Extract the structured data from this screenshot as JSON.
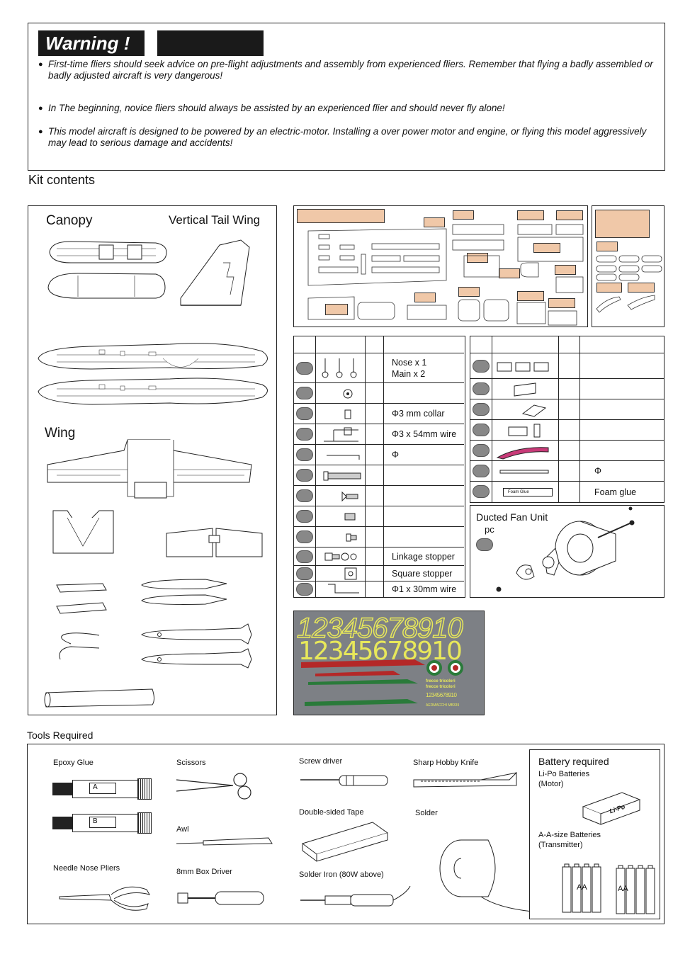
{
  "warning": {
    "title": "Warning !",
    "items": [
      "First-time fliers should seek advice on pre-flight adjustments and assembly from experienced fliers. Remember that  flying a badly assembled or badly adjusted aircraft is very dangerous!",
      "In The beginning, novice fliers should always be assisted by an experienced flier and should never fly alone!",
      "This model aircraft is designed to be powered by an electric-motor. Installing a over power motor and engine, or flying this model aggressively may lead to serious damage and accidents!"
    ]
  },
  "kit_contents": {
    "title": "Kit contents",
    "labels": {
      "canopy": "Canopy",
      "vertical_tail": "Vertical Tail Wing",
      "wing": "Wing"
    }
  },
  "parts_left": [
    {
      "desc": "Nose x 1"
    },
    {
      "desc": "Main x 2"
    },
    {
      "desc": ""
    },
    {
      "desc": "Φ3 mm collar"
    },
    {
      "desc": "Φ3 x 54mm wire"
    },
    {
      "desc": "Φ"
    },
    {
      "desc": ""
    },
    {
      "desc": ""
    },
    {
      "desc": ""
    },
    {
      "desc": ""
    },
    {
      "desc": "Linkage stopper"
    },
    {
      "desc": "Square stopper"
    },
    {
      "desc": "Φ1 x 30mm  wire"
    }
  ],
  "parts_right": [
    {
      "desc": ""
    },
    {
      "desc": ""
    },
    {
      "desc": ""
    },
    {
      "desc": ""
    },
    {
      "desc": ""
    },
    {
      "desc": "Φ"
    },
    {
      "desc": "Foam glue"
    }
  ],
  "foam_glue_tube": "Foam Glue",
  "edf": {
    "title": "Ducted Fan Unit",
    "qty": "pc"
  },
  "decals": {
    "numbers_top": "12345678910",
    "numbers_bottom": "12345678910",
    "small_text_1": "frecce tricolori",
    "small_text_2": "frecce tricolori",
    "small_numbers": "12345678910",
    "small_brand": "AERMACCHI MB339"
  },
  "tools": {
    "title": "Tools Required",
    "epoxy": "Epoxy Glue",
    "epoxy_a": "A",
    "epoxy_b": "B",
    "scissors": "Scissors",
    "screwdriver": "Screw driver",
    "knife": "Sharp Hobby Knife",
    "tape": "Double-sided Tape",
    "solder": "Solder",
    "awl": "Awl",
    "pliers": "Needle Nose Pliers",
    "box_driver": "8mm Box Driver",
    "iron": "Solder Iron (80W above)"
  },
  "battery": {
    "title": "Battery required",
    "lipo": "Li-Po Batteries",
    "lipo_sub": "(Motor)",
    "lipo_label": "Li-Po",
    "aa": "A-A-size Batteries",
    "aa_sub": "(Transmitter)",
    "aa_label_1": "AA",
    "aa_label_2": "AA"
  },
  "colors": {
    "decal_bg": "#7d8085",
    "decal_yellow": "#e8e85a",
    "decal_red": "#b42828",
    "decal_green": "#2a7a3a",
    "peach": "#f0c8a8"
  }
}
